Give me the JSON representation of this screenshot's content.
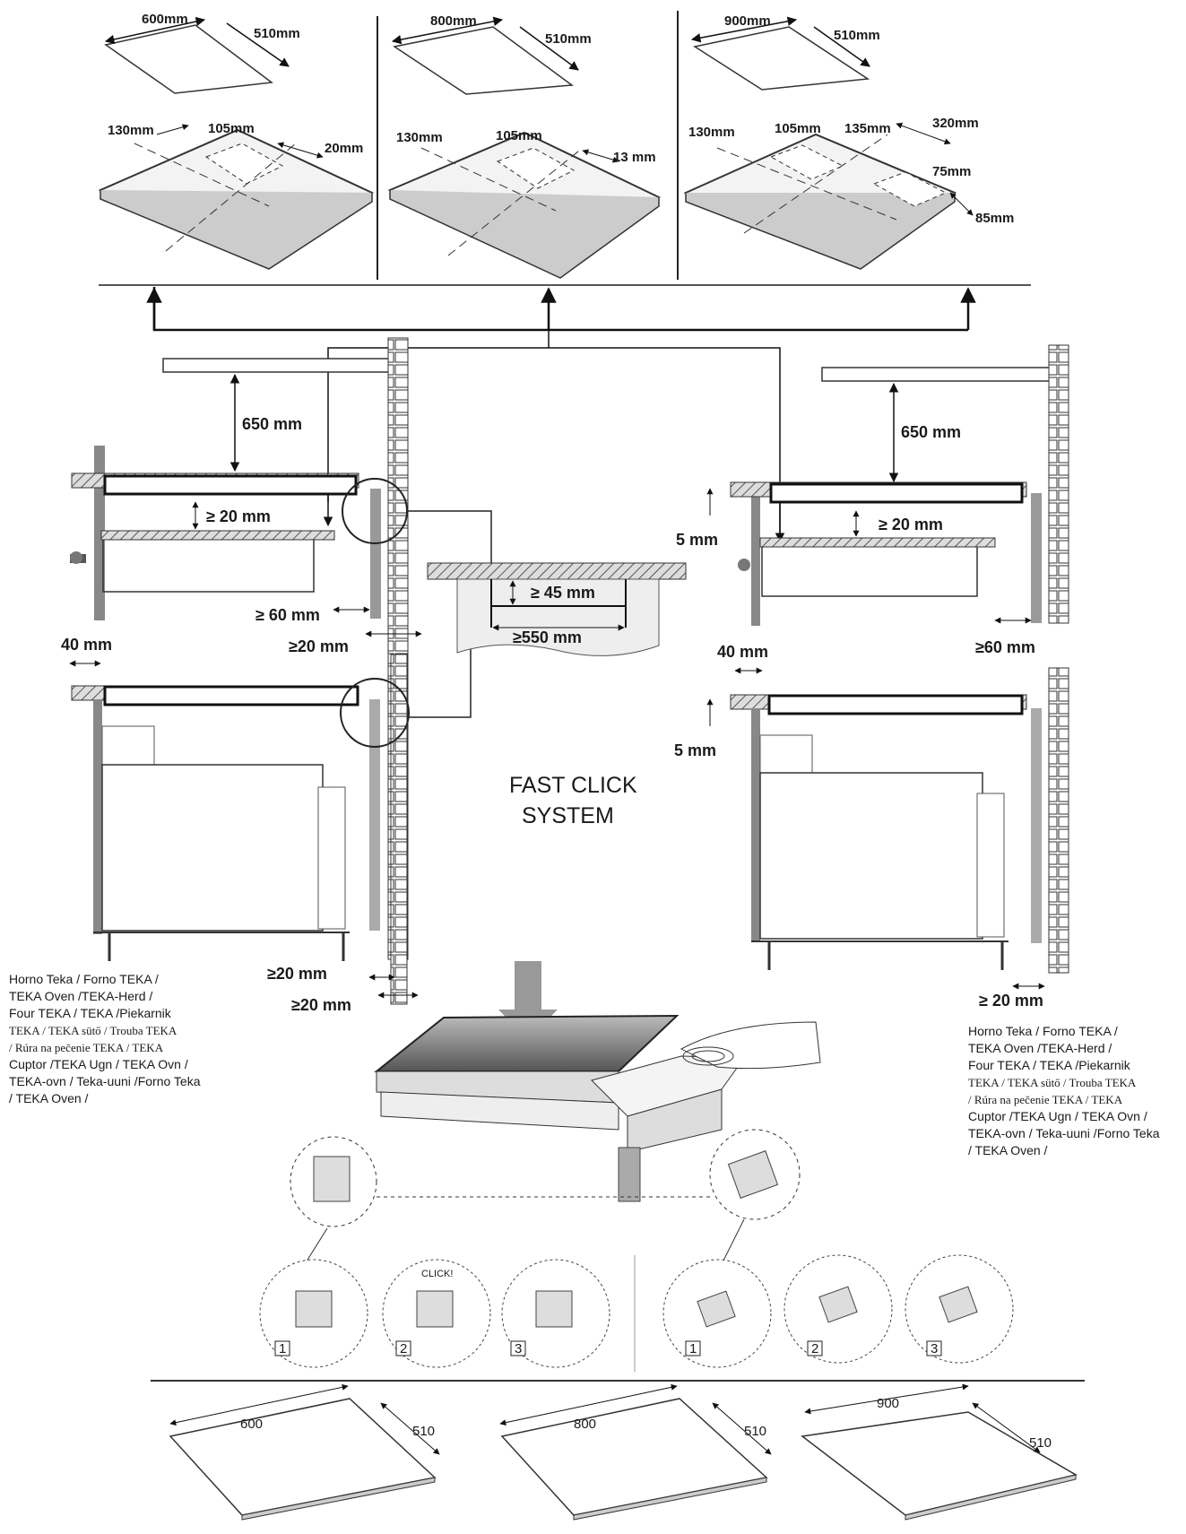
{
  "top_panels": [
    {
      "width": "600mm",
      "depth": "510mm",
      "cut_a": "130mm",
      "cut_b": "105mm",
      "cut_c": "20mm"
    },
    {
      "width": "800mm",
      "depth": "510mm",
      "cut_a": "130mm",
      "cut_b": "105mm",
      "cut_c": "13 mm"
    },
    {
      "width": "900mm",
      "depth": "510mm",
      "cut_a": "130mm",
      "cut_b": "105mm",
      "cut_c": "135mm",
      "cut_d": "320mm",
      "cut_e": "75mm",
      "cut_f": "85mm"
    }
  ],
  "install": {
    "clearance_top": "650 mm",
    "gap_20": "≥ 20 mm",
    "gap_60": "≥ 60 mm",
    "gap_20_small": "≥20 mm",
    "gap_45": "≥ 45 mm",
    "gap_550": "≥550 mm",
    "side_40": "40 mm",
    "offset_5": "5 mm",
    "gap_20_b": "≥ 20 mm",
    "gap_60_b": "≥60 mm",
    "gap_20_c": "≥ 20 mm",
    "gap_20_d": "≥20 mm",
    "gap_20_e": "≥20 mm",
    "gap_20_f": "≥ 20 mm"
  },
  "fast_click": {
    "line1": "FAST CLICK",
    "line2": "SYSTEM",
    "click_label": "CLICK!"
  },
  "steps": [
    "1",
    "2",
    "3",
    "1",
    "2",
    "3"
  ],
  "oven_caption": {
    "line1": "Horno Teka / Forno TEKA /",
    "line2": "TEKA Oven /TEKA-Herd /",
    "line3": "Four TEKA /  TEKA /Piekarnik",
    "line4": "TEKA / TEKA sütő / Trouba TEKA",
    "line5": "/  Rúra na pečenie TEKA / TEKA",
    "line6": "Cuptor /TEKA Ugn / TEKA Ovn /",
    "line7": "TEKA-ovn / Teka-uuni /Forno Teka",
    "line8": "/ TEKA Oven /"
  },
  "bottom_panels": [
    {
      "width": "600",
      "depth": "510"
    },
    {
      "width": "800",
      "depth": "510"
    },
    {
      "width": "900",
      "depth": "510"
    }
  ]
}
